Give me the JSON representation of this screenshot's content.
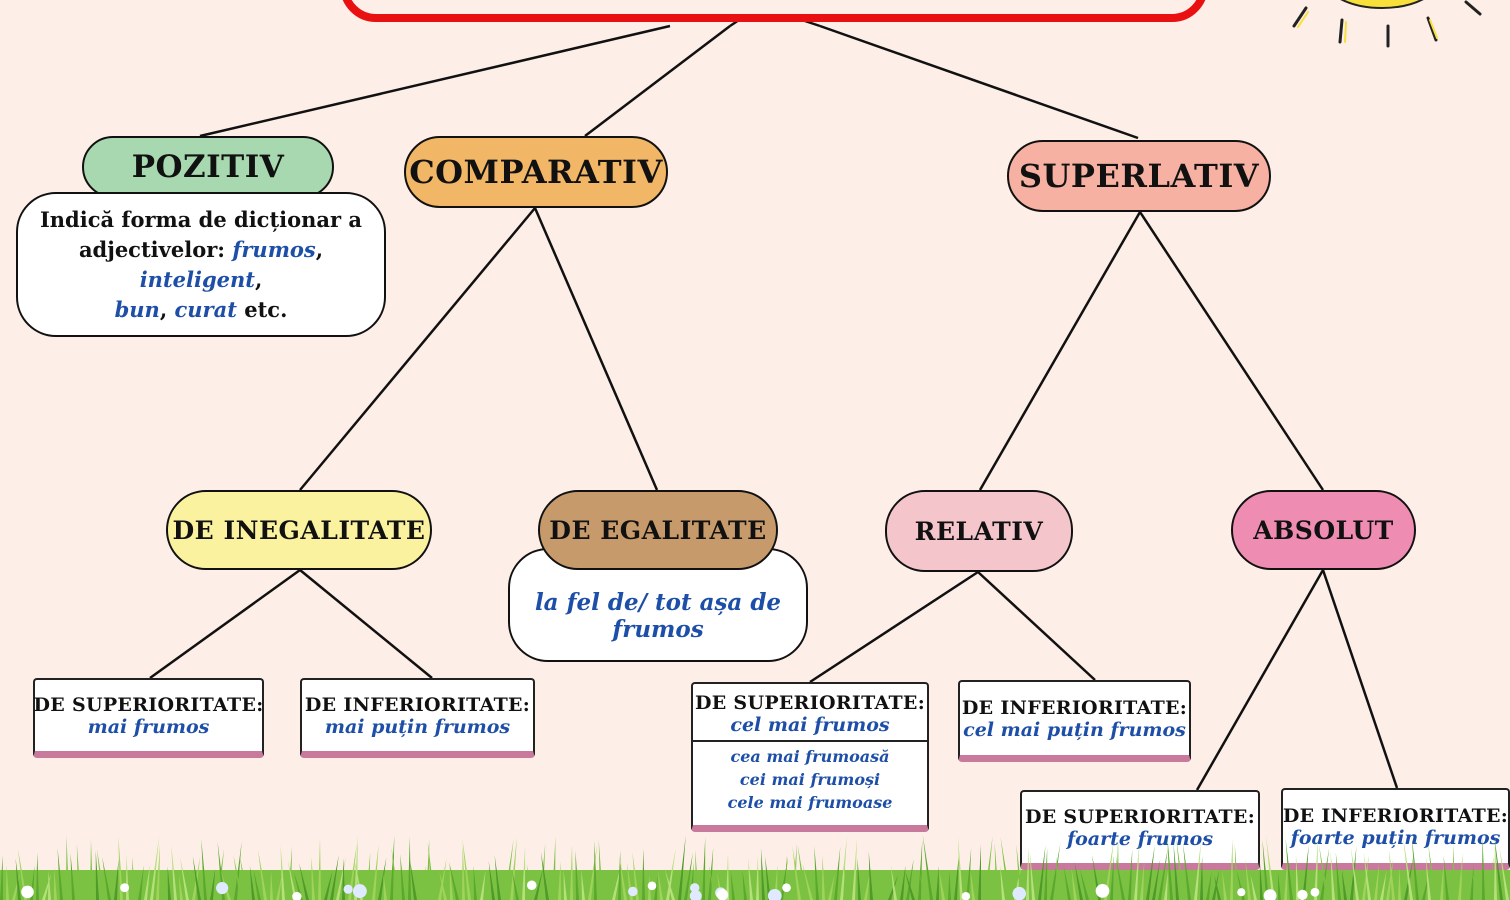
{
  "colors": {
    "background": "#fdeee8",
    "pozitiv": "#a8d8b0",
    "comparativ": "#f2b766",
    "superlativ": "#f6b1a3",
    "inegalitate": "#fbf2a0",
    "egalitate": "#c69a6b",
    "relativ": "#f4c6cc",
    "absolut": "#ef8cb2",
    "example_text": "#1e4fa8",
    "top_box_border": "#e81010",
    "card_underline": "#c97a9c"
  },
  "nodes": {
    "pozitiv": {
      "label": "POZITIV"
    },
    "comparativ": {
      "label": "COMPARATIV"
    },
    "superlativ": {
      "label": "SUPERLATIV"
    },
    "inegalitate": {
      "label": "DE INEGALITATE"
    },
    "egalitate": {
      "label": "DE EGALITATE"
    },
    "relativ": {
      "label": "RELATIV"
    },
    "absolut": {
      "label": "ABSOLUT"
    }
  },
  "pozitiv_desc": {
    "line1": "Indică forma de dicționar a",
    "line2_prefix": "adjectivelor: ",
    "ex1": "frumos",
    "comma1": ", ",
    "ex2": "inteligent",
    "comma2": ",",
    "ex3": "bun",
    "comma3": ", ",
    "ex4": "curat",
    "suffix": " etc."
  },
  "egalitate_desc": {
    "text": "la fel de/ tot așa de frumos"
  },
  "cards": {
    "comp_superioritate": {
      "title": "DE SUPERIORITATE:",
      "example": "mai frumos"
    },
    "comp_inferioritate": {
      "title": "DE INFERIORITATE:",
      "example": "mai puțin frumos"
    },
    "rel_superioritate": {
      "title": "DE SUPERIORITATE:",
      "example": "cel mai frumos",
      "forms": [
        "cea mai frumoasă",
        "cei mai frumoși",
        "cele mai frumoase"
      ]
    },
    "rel_inferioritate": {
      "title": "DE INFERIORITATE:",
      "example": "cel mai puțin frumos"
    },
    "abs_superioritate": {
      "title": "DE SUPERIORITATE:",
      "example": "foarte frumos"
    },
    "abs_inferioritate": {
      "title": "DE INFERIORITATE:",
      "example": "foarte puțin frumos"
    }
  }
}
